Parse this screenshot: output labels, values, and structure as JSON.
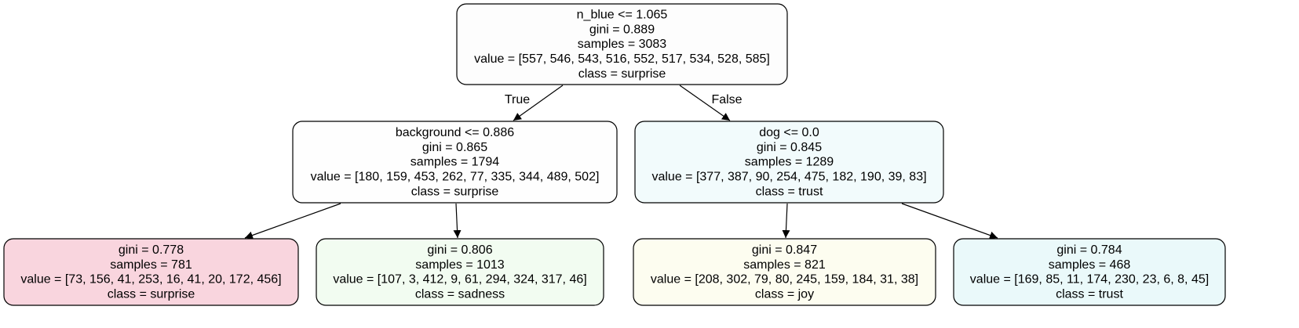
{
  "tree": {
    "nodes": [
      {
        "id": "root",
        "lines": [
          "n_blue <= 1.065",
          "gini = 0.889",
          "samples = 3083",
          "value = [557, 546, 543, 516, 552, 517, 534, 528, 585]",
          "class = surprise"
        ],
        "fill": "#fdfdfd"
      },
      {
        "id": "left",
        "lines": [
          "background <= 0.886",
          "gini = 0.865",
          "samples = 1794",
          "value = [180, 159, 453, 262, 77, 335, 344, 489, 502]",
          "class = surprise"
        ],
        "fill": "#fefefe"
      },
      {
        "id": "right",
        "lines": [
          "dog <= 0.0",
          "gini = 0.845",
          "samples = 1289",
          "value = [377, 387, 90, 254, 475, 182, 190, 39, 83]",
          "class = trust"
        ],
        "fill": "#f2fbfc"
      },
      {
        "id": "left-left",
        "lines": [
          "gini = 0.778",
          "samples = 781",
          "value = [73, 156, 41, 253, 16, 41, 20, 172, 456]",
          "class = surprise"
        ],
        "fill": "#f9d5de"
      },
      {
        "id": "left-right",
        "lines": [
          "gini = 0.806",
          "samples = 1013",
          "value = [107, 3, 412, 9, 61, 294, 324, 317, 46]",
          "class = sadness"
        ],
        "fill": "#f2fcf1"
      },
      {
        "id": "right-left",
        "lines": [
          "gini = 0.847",
          "samples = 821",
          "value = [208, 302, 79, 80, 245, 159, 184, 31, 38]",
          "class = joy"
        ],
        "fill": "#fdfdf0"
      },
      {
        "id": "right-right",
        "lines": [
          "gini = 0.784",
          "samples = 468",
          "value = [169, 85, 11, 174, 230, 23, 6, 8, 45]",
          "class = trust"
        ],
        "fill": "#eaf9fa"
      }
    ],
    "edges": [
      {
        "from": "root",
        "to": "left",
        "label": "True"
      },
      {
        "from": "root",
        "to": "right",
        "label": "False"
      },
      {
        "from": "left",
        "to": "left-left",
        "label": ""
      },
      {
        "from": "left",
        "to": "left-right",
        "label": ""
      },
      {
        "from": "right",
        "to": "right-left",
        "label": ""
      },
      {
        "from": "right",
        "to": "right-right",
        "label": ""
      }
    ]
  }
}
